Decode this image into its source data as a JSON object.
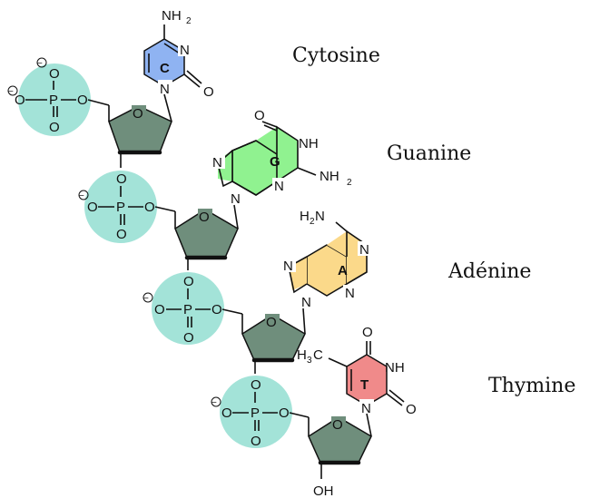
{
  "names": {
    "cytosine": "Cytosine",
    "guanine": "Guanine",
    "adenine": "Adénine",
    "thymine": "Thymine"
  },
  "letters": {
    "c": "C",
    "g": "G",
    "a": "A",
    "t": "T"
  },
  "atoms": {
    "O": "O",
    "P": "P",
    "N": "N",
    "NH": "NH",
    "NH2": "NH",
    "H2N": "H",
    "H3C": "H",
    "C": "C",
    "OH": "OH",
    "two": "2",
    "three": "3",
    "minus": "−"
  },
  "colors": {
    "phosphate": "#a3e3d8",
    "sugar": "#6f8e7c",
    "cytosine": "#8fb3f2",
    "guanine": "#90f290",
    "adenine": "#fbd98a",
    "thymine": "#f08a8a"
  }
}
